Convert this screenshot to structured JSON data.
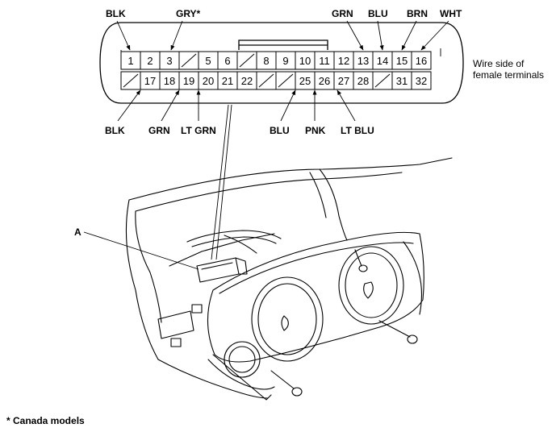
{
  "connector": {
    "top_row": [
      "1",
      "2",
      "3",
      "",
      "5",
      "6",
      "",
      "8",
      "9",
      "10",
      "11",
      "12",
      "13",
      "14",
      "15",
      "16"
    ],
    "bottom_row": [
      "",
      "17",
      "18",
      "19",
      "20",
      "21",
      "22",
      "",
      "",
      "25",
      "26",
      "27",
      "28",
      "",
      "31",
      "32"
    ],
    "side_note": [
      "Wire side of",
      "female terminals"
    ]
  },
  "wires_top": [
    {
      "color": "BLK"
    },
    {
      "color": "GRY*"
    },
    {
      "color": "GRN"
    },
    {
      "color": "BLU"
    },
    {
      "color": "BRN"
    },
    {
      "color": "WHT"
    }
  ],
  "wires_bottom": [
    {
      "color": "BLK"
    },
    {
      "color": "GRN"
    },
    {
      "color": "LT GRN"
    },
    {
      "color": "BLU"
    },
    {
      "color": "PNK"
    },
    {
      "color": "LT BLU"
    }
  ],
  "callout_a": "A",
  "footnote": "*  Canada models"
}
